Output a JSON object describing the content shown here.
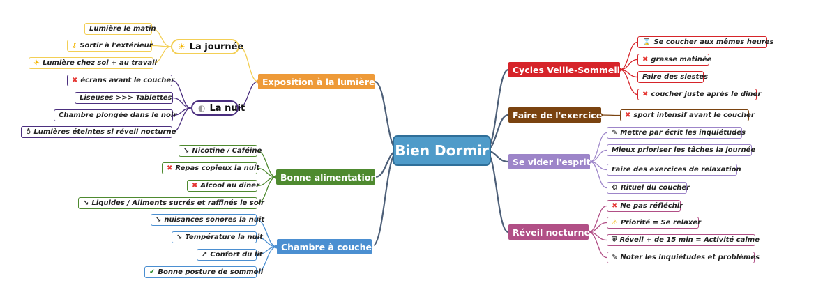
{
  "central": "Bien Dormir",
  "colors": {
    "orange": "#ee9a38",
    "purple": "#4b2f7f",
    "green": "#4e8a2f",
    "blue": "#4b8fd1",
    "red": "#d6242a",
    "brown": "#7a4310",
    "lavender": "#9d85c9",
    "pink": "#b14f86",
    "yellow": "#f3cf55"
  },
  "nodes": [
    {
      "id": "exp",
      "text": "Exposition à la lumière",
      "kind": "branch",
      "color": "orange",
      "icon": ""
    },
    {
      "id": "jour",
      "text": "La journée",
      "kind": "sub",
      "color": "yellow",
      "icon": "sun-icon"
    },
    {
      "id": "nuit",
      "text": "La nuit",
      "kind": "sub",
      "color": "purple",
      "icon": "moon-icon"
    },
    {
      "id": "l1",
      "text": "Lumière le matin",
      "kind": "leaf",
      "color": "yellow",
      "icon": ""
    },
    {
      "id": "l2",
      "text": "Sortir à l'extérieur",
      "kind": "leaf",
      "color": "yellow",
      "icon": "key-icon"
    },
    {
      "id": "l3",
      "text": "Lumière chez soi + au travail",
      "kind": "leaf",
      "color": "yellow",
      "icon": "sun-icon"
    },
    {
      "id": "l4",
      "text": "écrans avant le coucher",
      "kind": "leaf",
      "color": "purple",
      "icon": "cross-icon"
    },
    {
      "id": "l5",
      "text": "Liseuses >>> Tablettes",
      "kind": "leaf",
      "color": "purple",
      "icon": ""
    },
    {
      "id": "l6",
      "text": "Chambre plongée dans le noir",
      "kind": "leaf",
      "color": "purple",
      "icon": ""
    },
    {
      "id": "l7",
      "text": "Lumières éteintes si réveil nocturne",
      "kind": "leaf",
      "color": "purple",
      "icon": "lamp-icon"
    },
    {
      "id": "alim",
      "text": "Bonne alimentation",
      "kind": "branch",
      "color": "green",
      "icon": ""
    },
    {
      "id": "a1",
      "text": "Nicotine / Caféine",
      "kind": "leaf",
      "color": "green",
      "icon": "arrow-down-icon"
    },
    {
      "id": "a2",
      "text": "Repas copieux la nuit",
      "kind": "leaf",
      "color": "green",
      "icon": "cross-icon"
    },
    {
      "id": "a3",
      "text": "Alcool au diner",
      "kind": "leaf",
      "color": "green",
      "icon": "cross-icon"
    },
    {
      "id": "a4",
      "text": "Liquides / Aliments sucrés et raffinés le soir",
      "kind": "leaf",
      "color": "green",
      "icon": "arrow-down-icon"
    },
    {
      "id": "ch",
      "text": "Chambre à coucher",
      "kind": "branch",
      "color": "blue",
      "icon": ""
    },
    {
      "id": "c1",
      "text": "nuisances sonores la nuit",
      "kind": "leaf",
      "color": "blue",
      "icon": "arrow-down-icon"
    },
    {
      "id": "c2",
      "text": "Température la nuit",
      "kind": "leaf",
      "color": "blue",
      "icon": "arrow-down-icon"
    },
    {
      "id": "c3",
      "text": "Confort du lit",
      "kind": "leaf",
      "color": "blue",
      "icon": "arrow-up-icon"
    },
    {
      "id": "c4",
      "text": "Bonne posture de sommeil",
      "kind": "leaf",
      "color": "blue",
      "icon": "check-icon"
    },
    {
      "id": "cyc",
      "text": "Cycles Veille-Sommeil",
      "kind": "branch",
      "color": "red",
      "icon": ""
    },
    {
      "id": "y1",
      "text": "Se coucher aux mêmes heures",
      "kind": "leaf",
      "color": "red",
      "icon": "clock-icon"
    },
    {
      "id": "y2",
      "text": "grasse matinée",
      "kind": "leaf",
      "color": "red",
      "icon": "cross-icon"
    },
    {
      "id": "y3",
      "text": "Faire des siestes",
      "kind": "leaf",
      "color": "red",
      "icon": ""
    },
    {
      "id": "y4",
      "text": "coucher juste après le diner",
      "kind": "leaf",
      "color": "red",
      "icon": "cross-icon"
    },
    {
      "id": "ex",
      "text": "Faire de l'exercice",
      "kind": "branch",
      "color": "brown",
      "icon": ""
    },
    {
      "id": "e1",
      "text": "sport intensif avant le coucher",
      "kind": "leaf",
      "color": "brown",
      "icon": "cross-icon"
    },
    {
      "id": "esp",
      "text": "Se vider l'esprit",
      "kind": "branch",
      "color": "lavender",
      "icon": ""
    },
    {
      "id": "s1",
      "text": "Mettre par écrit les inquiétudes",
      "kind": "leaf",
      "color": "lavender",
      "icon": "note-icon"
    },
    {
      "id": "s2",
      "text": "Mieux prioriser les tâches la journée",
      "kind": "leaf",
      "color": "lavender",
      "icon": ""
    },
    {
      "id": "s3",
      "text": "Faire des exercices de relaxation",
      "kind": "leaf",
      "color": "lavender",
      "icon": ""
    },
    {
      "id": "s4",
      "text": "Rituel du coucher",
      "kind": "leaf",
      "color": "lavender",
      "icon": "gear-icon"
    },
    {
      "id": "rev",
      "text": "Réveil nocturne",
      "kind": "branch",
      "color": "pink",
      "icon": ""
    },
    {
      "id": "r1",
      "text": "Ne pas réfléchir",
      "kind": "leaf",
      "color": "pink",
      "icon": "cross-icon"
    },
    {
      "id": "r2",
      "text": "Priorité = Se relaxer",
      "kind": "leaf",
      "color": "pink",
      "icon": "warning-icon"
    },
    {
      "id": "r3",
      "text": "Réveil + de 15 min = Activité calme",
      "kind": "leaf",
      "color": "pink",
      "icon": "shield-icon"
    },
    {
      "id": "r4",
      "text": "Noter les inquiétudes et problèmes",
      "kind": "leaf",
      "color": "pink",
      "icon": "note-icon"
    }
  ]
}
